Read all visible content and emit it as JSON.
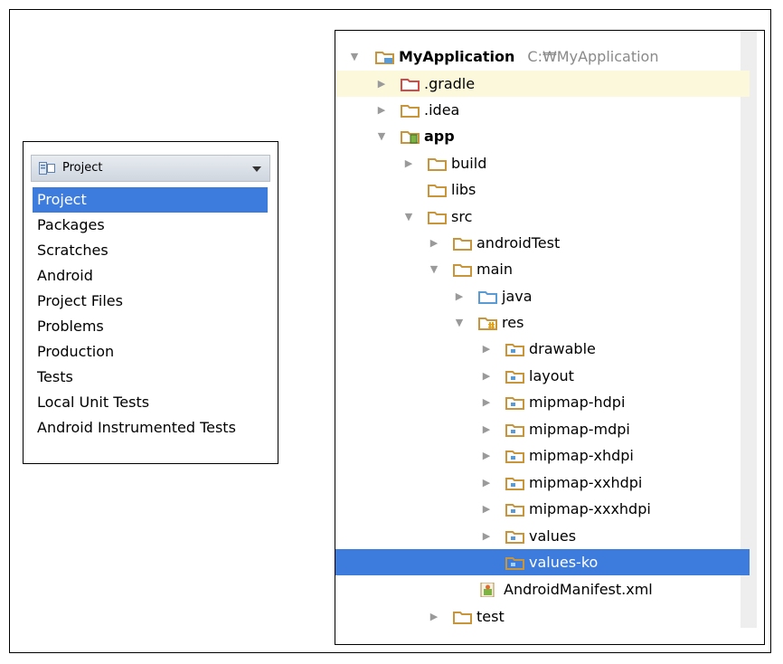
{
  "dropdown": {
    "selected": "Project",
    "items": [
      "Project",
      "Packages",
      "Scratches",
      "Android",
      "Project Files",
      "Problems",
      "Production",
      "Tests",
      "Local Unit Tests",
      "Android Instrumented Tests"
    ]
  },
  "tree": {
    "root": {
      "label": "MyApplication",
      "path": "C:₩MyApplication"
    },
    "rows": [
      {
        "label": ".gradle"
      },
      {
        "label": ".idea"
      },
      {
        "label": "app"
      },
      {
        "label": "build"
      },
      {
        "label": "libs"
      },
      {
        "label": "src"
      },
      {
        "label": "androidTest"
      },
      {
        "label": "main"
      },
      {
        "label": "java"
      },
      {
        "label": "res"
      },
      {
        "label": "drawable"
      },
      {
        "label": "layout"
      },
      {
        "label": "mipmap-hdpi"
      },
      {
        "label": "mipmap-mdpi"
      },
      {
        "label": "mipmap-xhdpi"
      },
      {
        "label": "mipmap-xxhdpi"
      },
      {
        "label": "mipmap-xxxhdpi"
      },
      {
        "label": "values"
      },
      {
        "label": "values-ko"
      },
      {
        "label": "AndroidManifest.xml"
      },
      {
        "label": "test"
      }
    ]
  },
  "colors": {
    "selection": "#3d7bdc",
    "highlight": "#fbf8dc",
    "folder": "#c8953a",
    "gradle_folder": "#d24a4a",
    "source_folder": "#5a9bd6"
  }
}
